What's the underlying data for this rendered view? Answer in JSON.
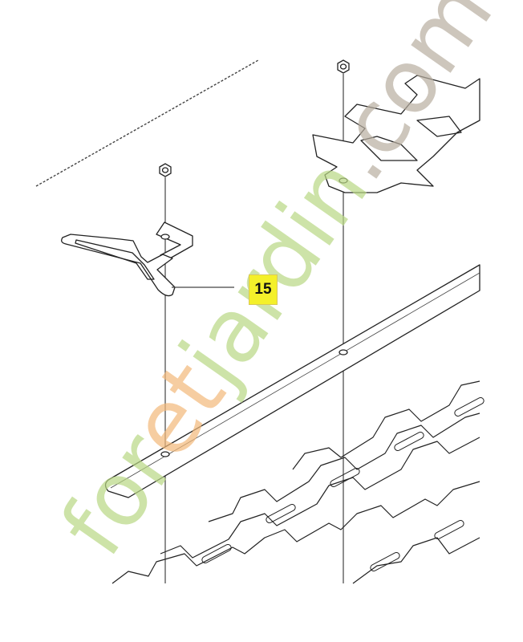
{
  "diagram": {
    "type": "exploded-parts-view",
    "subject": "hedge trimmer blade assembly",
    "callouts": [
      {
        "id": "15",
        "label": "15",
        "points_to": "blade guide / tensioner plate",
        "box_color": "#f4f02a"
      }
    ],
    "parts": [
      {
        "name": "lock nut (left)"
      },
      {
        "name": "blade guide plate"
      },
      {
        "name": "lock nut (right)"
      },
      {
        "name": "blade guide with teeth (top right)"
      },
      {
        "name": "flat guide bar"
      },
      {
        "name": "toothed cutter blade"
      }
    ]
  },
  "watermark": {
    "text_green_1": "for",
    "text_orange": "et",
    "text_green_2": "jardin",
    "text_gray": ".com",
    "colors": {
      "green": "#b9d884",
      "orange": "#f3b97a",
      "gray": "#b8aea0"
    }
  }
}
